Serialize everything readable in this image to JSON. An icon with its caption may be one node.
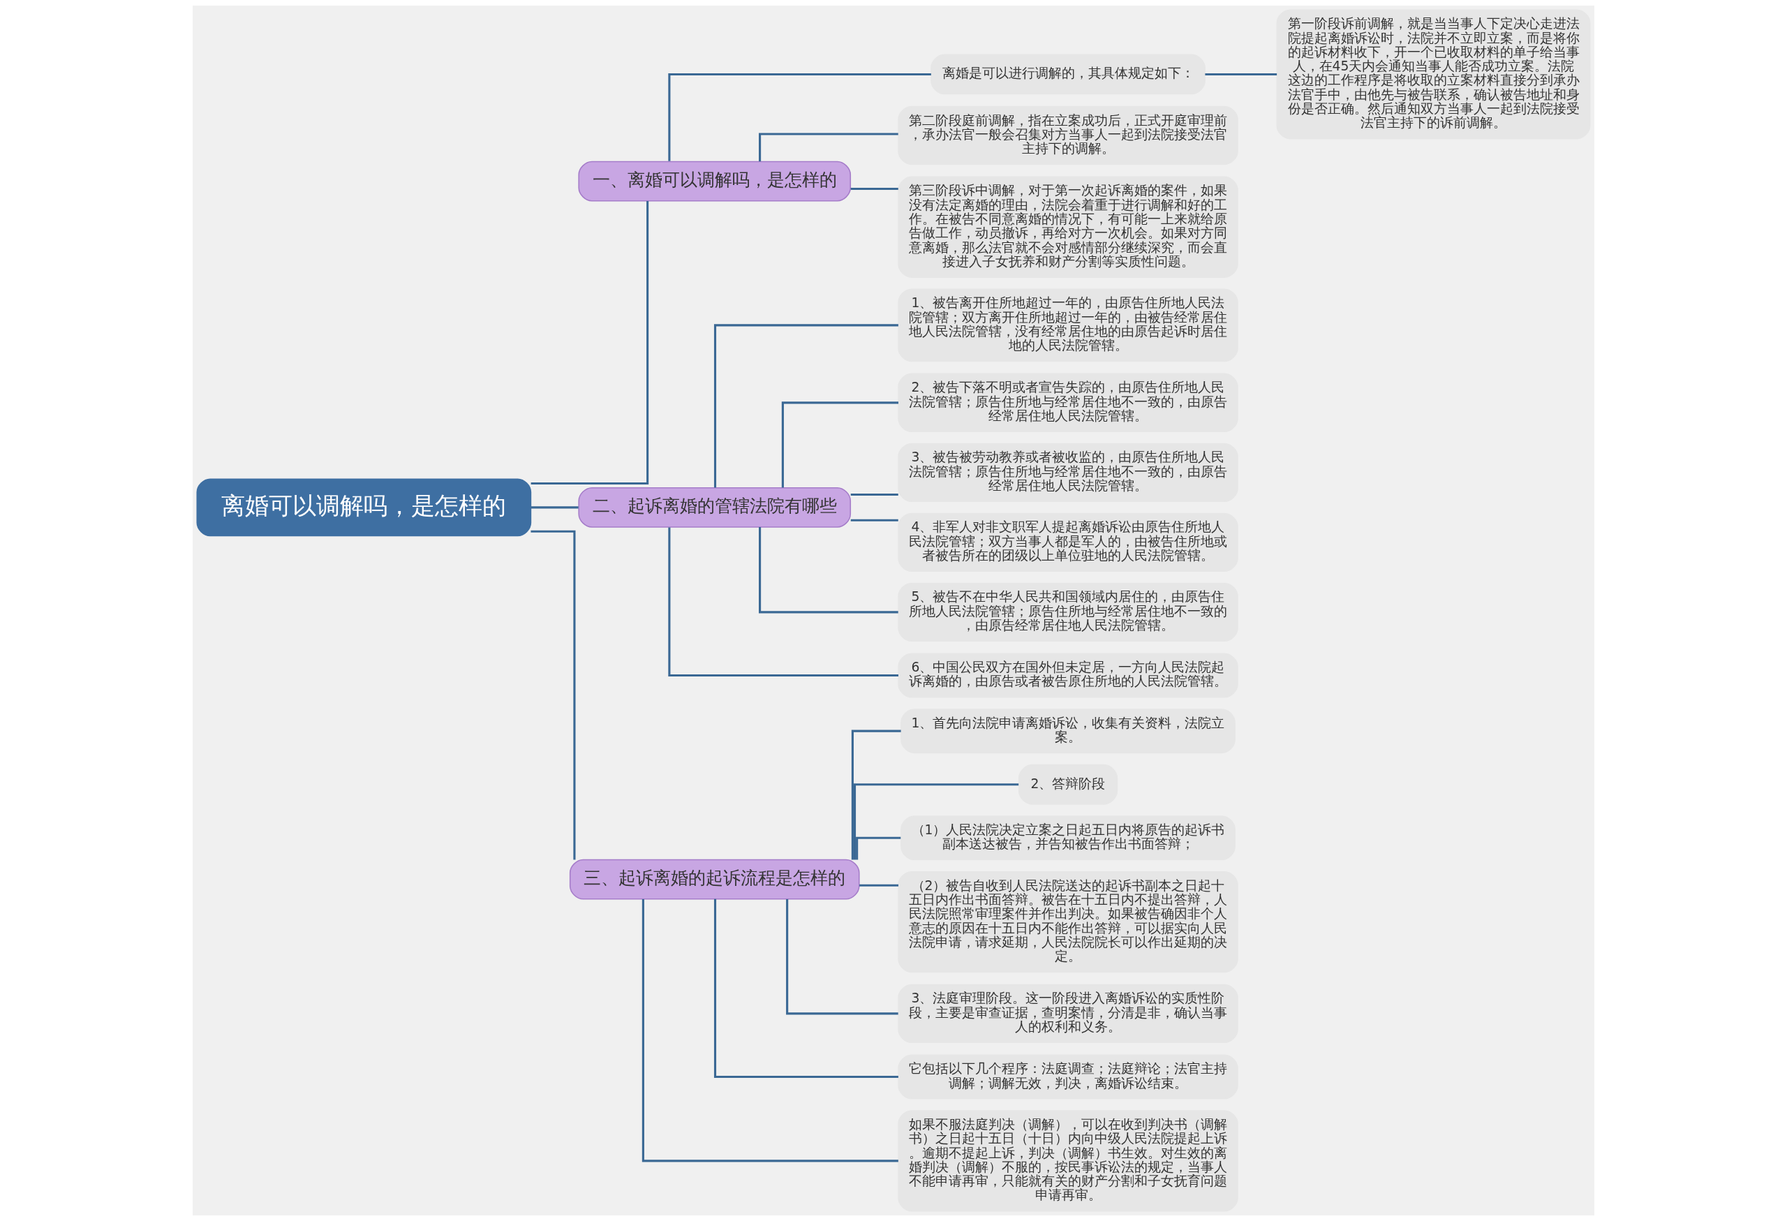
{
  "diagram": {
    "nodes": [
      {
        "text": [
          "离婚可以调解吗，是怎样的"
        ]
      },
      {
        "text": [
          "一、离婚可以调解吗，是怎样的"
        ]
      },
      {
        "text": [
          "离婚是可以进行调解的，其具体规定如下："
        ]
      },
      {
        "text": [
          "第一阶段诉前调解，就是当当事人下定决心走进法院提起离婚诉讼时，法院并不立即立案，而是将你的起诉材料收下，开一个已收取材料的单子给当事人，在45天内会通知当事人能否成功立案。法院这边的工作程序是将收取的立案材料直接分到承办法官手中，由他先与被告联系，确认被告地址和身份是否正确。然后通知双方当事人一起到法院接受法官主持下的诉前调解。"
        ]
      },
      {
        "text": [
          "第二阶段庭前调解，指在立案成功后，正式开庭审理前，承办法官一般会召集对方当事人一起到法院接受法官主持下的调解。"
        ]
      },
      {
        "text": [
          "第三阶段诉中调解，对于第一次起诉离婚的案件，如果没有法定离婚的理由，法院会着重于进行调解和好的工作。在被告不同意离婚的情况下，有可能一上来就给原告做工作，动员撤诉，再给对方一次机会。如果对方同意离婚，那么法官就不会对感情部分继续深究，而会直接进入子女抚养和财产分割等实质性问题。"
        ]
      },
      {
        "text": [
          "二、起诉离婚的管辖法院有哪些"
        ]
      },
      {
        "text": [
          "1、被告离开住所地超过一年的，由原告住所地人民法院管辖；双方离开住所地超过一年的，由被告经常居住地人民法院管辖，没有经常居住地的由原告起诉时居住地的人民法院管辖。"
        ]
      },
      {
        "text": [
          "2、被告下落不明或者宣告失踪的，由原告住所地人民法院管辖；原告住所地与经常居住地不一致的，由原告经常居住地人民法院管辖。"
        ]
      },
      {
        "text": [
          "3、被告被劳动教养或者被收监的，由原告住所地人民法院管辖；原告住所地与经常居住地不一致的，由原告经常居住地人民法院管辖。"
        ]
      },
      {
        "text": [
          "4、非军人对非文职军人提起离婚诉讼由原告住所地人民法院管辖；双方当事人都是军人的，由被告住所地或者被告所在的团级以上单位驻地的人民法院管辖。"
        ]
      },
      {
        "text": [
          "5、被告不在中华人民共和国领域内居住的，由原告住所地人民法院管辖；原告住所地与经常居住地不一致的，由原告经常居住地人民法院管辖。"
        ]
      },
      {
        "text": [
          "6、中国公民双方在国外但未定居，一方向人民法院起诉离婚的，由原告或者被告原住所地的人民法院管辖。"
        ]
      },
      {
        "text": [
          "三、起诉离婚的起诉流程是怎样的"
        ]
      },
      {
        "text": [
          "1、首先向法院申请离婚诉讼，收集有关资料，法院立案。"
        ]
      },
      {
        "text": [
          "2、答辩阶段"
        ]
      },
      {
        "text": [
          "（1）人民法院决定立案之日起五日内将原告的起诉书副本送达被告，并告知被告作出书面答辩；"
        ]
      },
      {
        "text": [
          "（2）被告自收到人民法院送达的起诉书副本之日起十五日内作出书面答辩。被告在十五日内不提出答辩，人民法院照常审理案件并作出判决。如果被告确因非个人意志的原因在十五日内不能作出答辩，可以据实向人民法院申请，请求延期，人民法院院长可以作出延期的决定。"
        ]
      },
      {
        "text": [
          "3、法庭审理阶段。这一阶段进入离婚诉讼的实质性阶段，主要是审查证据，查明案情，分清是非，确认当事人的权利和义务。"
        ]
      },
      {
        "text": [
          "它包括以下几个程序：法庭调查；法庭辩论；法官主持调解；调解无效，判决，离婚诉讼结束。"
        ]
      },
      {
        "text": [
          "如果不服法庭判决（调解），可以在收到判决书（调解书）之日起十五日（十日）内向中级人民法院提起上诉。逾期不提起上诉，判决（调解）书生效。对生效的离婚判决（调解）不服的，按民事诉讼法的规定，当事人不能申请再审，只能就有关的财产分割和子女抚育问题申请再审。"
        ]
      }
    ],
    "edges": [
      {
        "from": 0,
        "to": 1,
        "arrow": "none"
      },
      {
        "from": 1,
        "to": 2,
        "arrow": "none"
      },
      {
        "from": 2,
        "to": 3,
        "arrow": "none"
      },
      {
        "from": 1,
        "to": 4,
        "arrow": "none"
      },
      {
        "from": 1,
        "to": 5,
        "arrow": "none"
      },
      {
        "from": 0,
        "to": 6,
        "arrow": "none"
      },
      {
        "from": 6,
        "to": 7,
        "arrow": "none"
      },
      {
        "from": 6,
        "to": 8,
        "arrow": "none"
      },
      {
        "from": 6,
        "to": 9,
        "arrow": "none"
      },
      {
        "from": 6,
        "to": 10,
        "arrow": "none"
      },
      {
        "from": 6,
        "to": 11,
        "arrow": "none"
      },
      {
        "from": 6,
        "to": 12,
        "arrow": "none"
      },
      {
        "from": 0,
        "to": 13,
        "arrow": "none"
      },
      {
        "from": 13,
        "to": 14,
        "arrow": "none"
      },
      {
        "from": 13,
        "to": 15,
        "arrow": "none"
      },
      {
        "from": 13,
        "to": 16,
        "arrow": "none"
      },
      {
        "from": 13,
        "to": 17,
        "arrow": "none"
      },
      {
        "from": 13,
        "to": 18,
        "arrow": "none"
      },
      {
        "from": 13,
        "to": 19,
        "arrow": "none"
      },
      {
        "from": 13,
        "to": 20,
        "arrow": "none"
      }
    ]
  }
}
